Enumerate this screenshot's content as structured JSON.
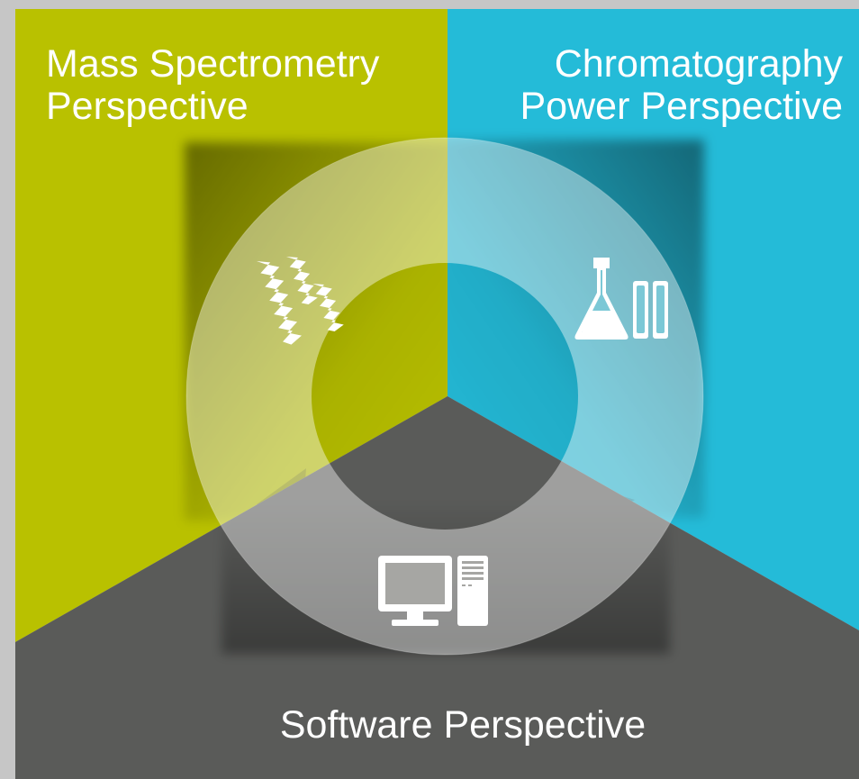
{
  "diagram": {
    "sections": {
      "mass_spec": {
        "line1": "Mass Spectrometry",
        "line2": "Perspective",
        "icon": "peptide-helix-icon"
      },
      "chromatography": {
        "line1": "Chromatography",
        "line2": "Power Perspective",
        "icon": "flask-test-tubes-icon"
      },
      "software": {
        "line1": "Software Perspective",
        "icon": "desktop-computer-icon"
      }
    },
    "colors": {
      "mass_spec": "#b9c100",
      "chromatography": "#24bbd8",
      "software": "#5a5b59",
      "background": "#c6c6c6",
      "ring": "#ffffff"
    }
  }
}
